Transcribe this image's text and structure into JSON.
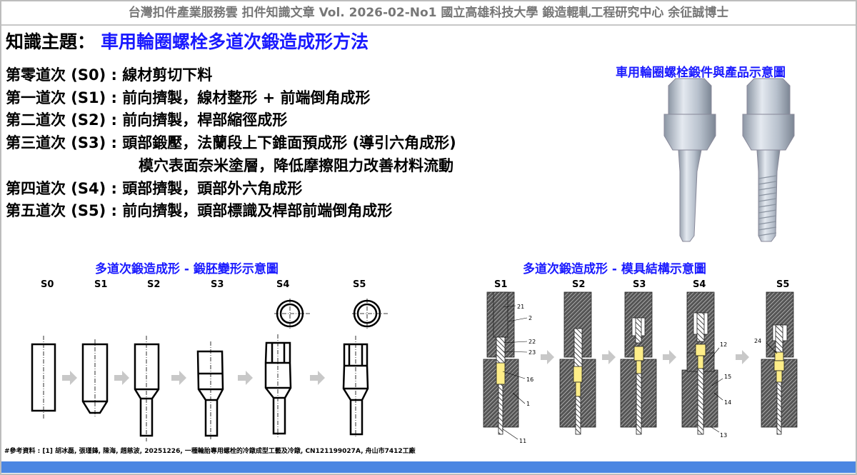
{
  "header": {
    "title": "台灣扣件產業服務雲  扣件知識文章  Vol. 2026-02-No1  國立高雄科技大學  鍛造輥軋工程研究中心  余征誠博士"
  },
  "topic": {
    "label": "知識主題：",
    "value": "車用輪圈螺栓多道次鍛造成形方法"
  },
  "steps": [
    "第零道次 (S0) : 線材剪切下料",
    "第一道次 (S1) : 前向擠製，線材整形 + 前端倒角成形",
    "第二道次 (S2) : 前向擠製，桿部縮徑成形",
    "第三道次 (S3) : 頭部鍛壓，法蘭段上下錐面預成形 (導引六角成形)",
    "模穴表面奈米塗層，降低摩擦阻力改善材料流動",
    "第四道次 (S4) : 頭部擠製，頭部外六角成形",
    "第五道次 (S5) : 前向擠製，頭部標識及桿部前端倒角成形"
  ],
  "product_caption": "車用輪圈螺栓鍛件與產品示意圖",
  "blank_diagram": {
    "title": "多道次鍛造成形 - 鍛胚變形示意圖",
    "stages": [
      "S0",
      "S1",
      "S2",
      "S3",
      "S4",
      "S5"
    ]
  },
  "die_diagram": {
    "title": "多道次鍛造成形 - 模具結構示意圖",
    "stages": [
      "S1",
      "S2",
      "S3",
      "S4",
      "S5"
    ],
    "part_numbers": [
      "21",
      "2",
      "22",
      "23",
      "16",
      "1",
      "11",
      "12",
      "15",
      "14",
      "13",
      "24"
    ]
  },
  "reference": "#參考資料 : [1] 胡冰磊, 張瑾鋒, 陳海, 趙慈波, 20251226, 一種輪胎專用螺栓的冷鐓成型工藝及冷鐓, CN121199027A, 舟山市7412工廠",
  "colors": {
    "accent": "#1a1aff",
    "bottom_bar": "#4a86e2",
    "workpiece": "#ffee88"
  }
}
